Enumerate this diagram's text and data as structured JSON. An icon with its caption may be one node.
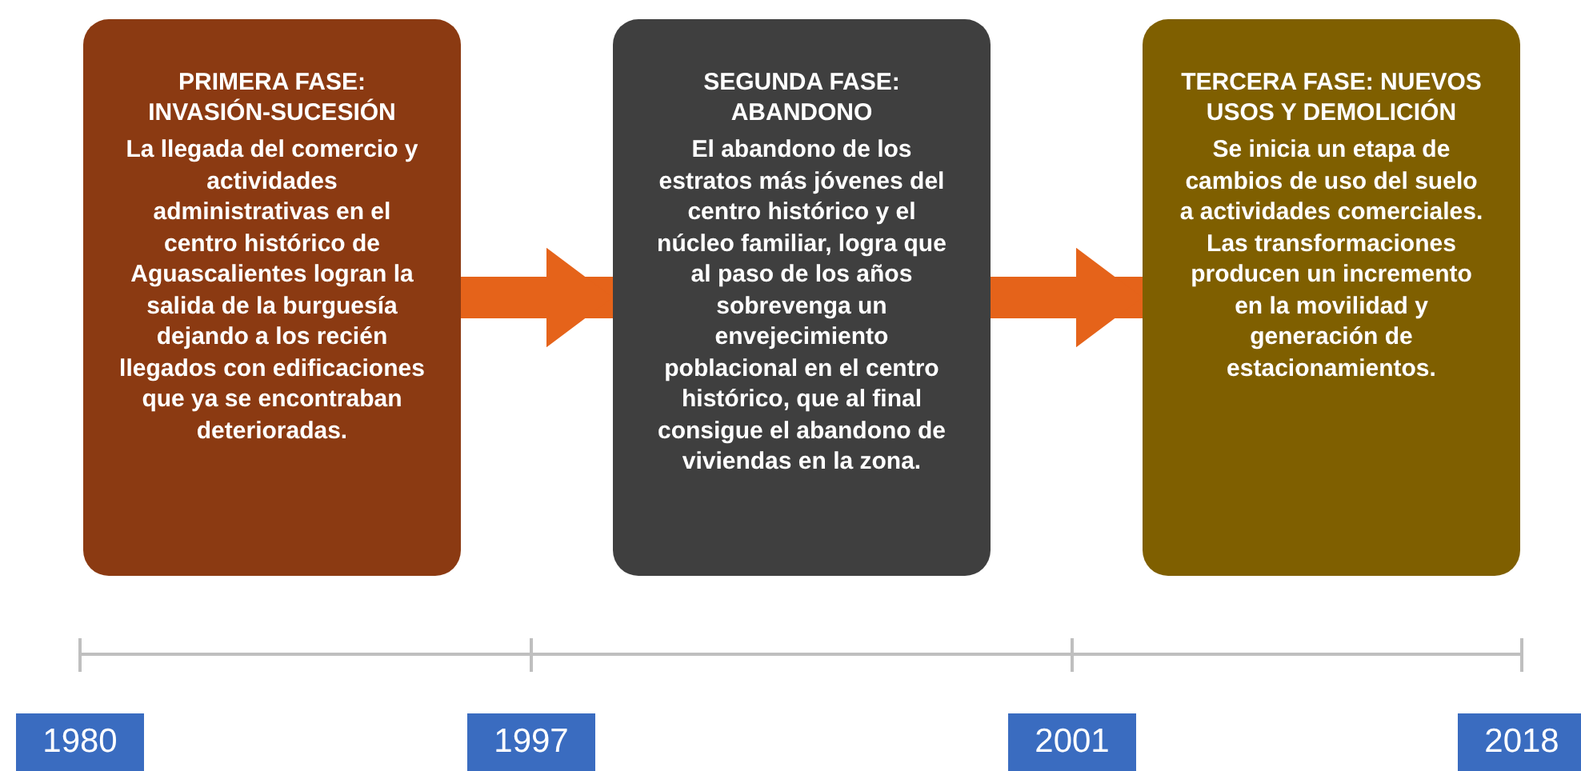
{
  "diagram": {
    "nodes": [
      {
        "text": [
          "PRIMERA FASE: INVASIÓN-SUCESIÓN",
          "La llegada del comercio y actividades administrativas en el centro histórico de Aguascalientes logran la salida de la burguesía dejando a los recién llegados con edificaciones que ya se encontraban deterioradas."
        ]
      },
      {
        "text": [
          "SEGUNDA FASE: ABANDONO",
          "El abandono de los estratos más jóvenes del centro histórico y el núcleo familiar, logra que al paso de los años sobrevenga un envejecimiento poblacional en el centro histórico, que al final consigue el abandono de viviendas en la zona."
        ]
      },
      {
        "text": [
          "TERCERA FASE: NUEVOS USOS Y DEMOLICIÓN",
          "Se inicia un etapa de cambios de uso del suelo a actividades comerciales. Las transformaciones producen  un incremento en la movilidad y generación de estacionamientos."
        ]
      }
    ],
    "edges": [
      {
        "from": 0,
        "to": 1,
        "arrow": "to"
      },
      {
        "from": 1,
        "to": 2,
        "arrow": "to"
      }
    ],
    "labels": [
      "1980",
      "1997",
      "2001",
      "2018"
    ]
  }
}
